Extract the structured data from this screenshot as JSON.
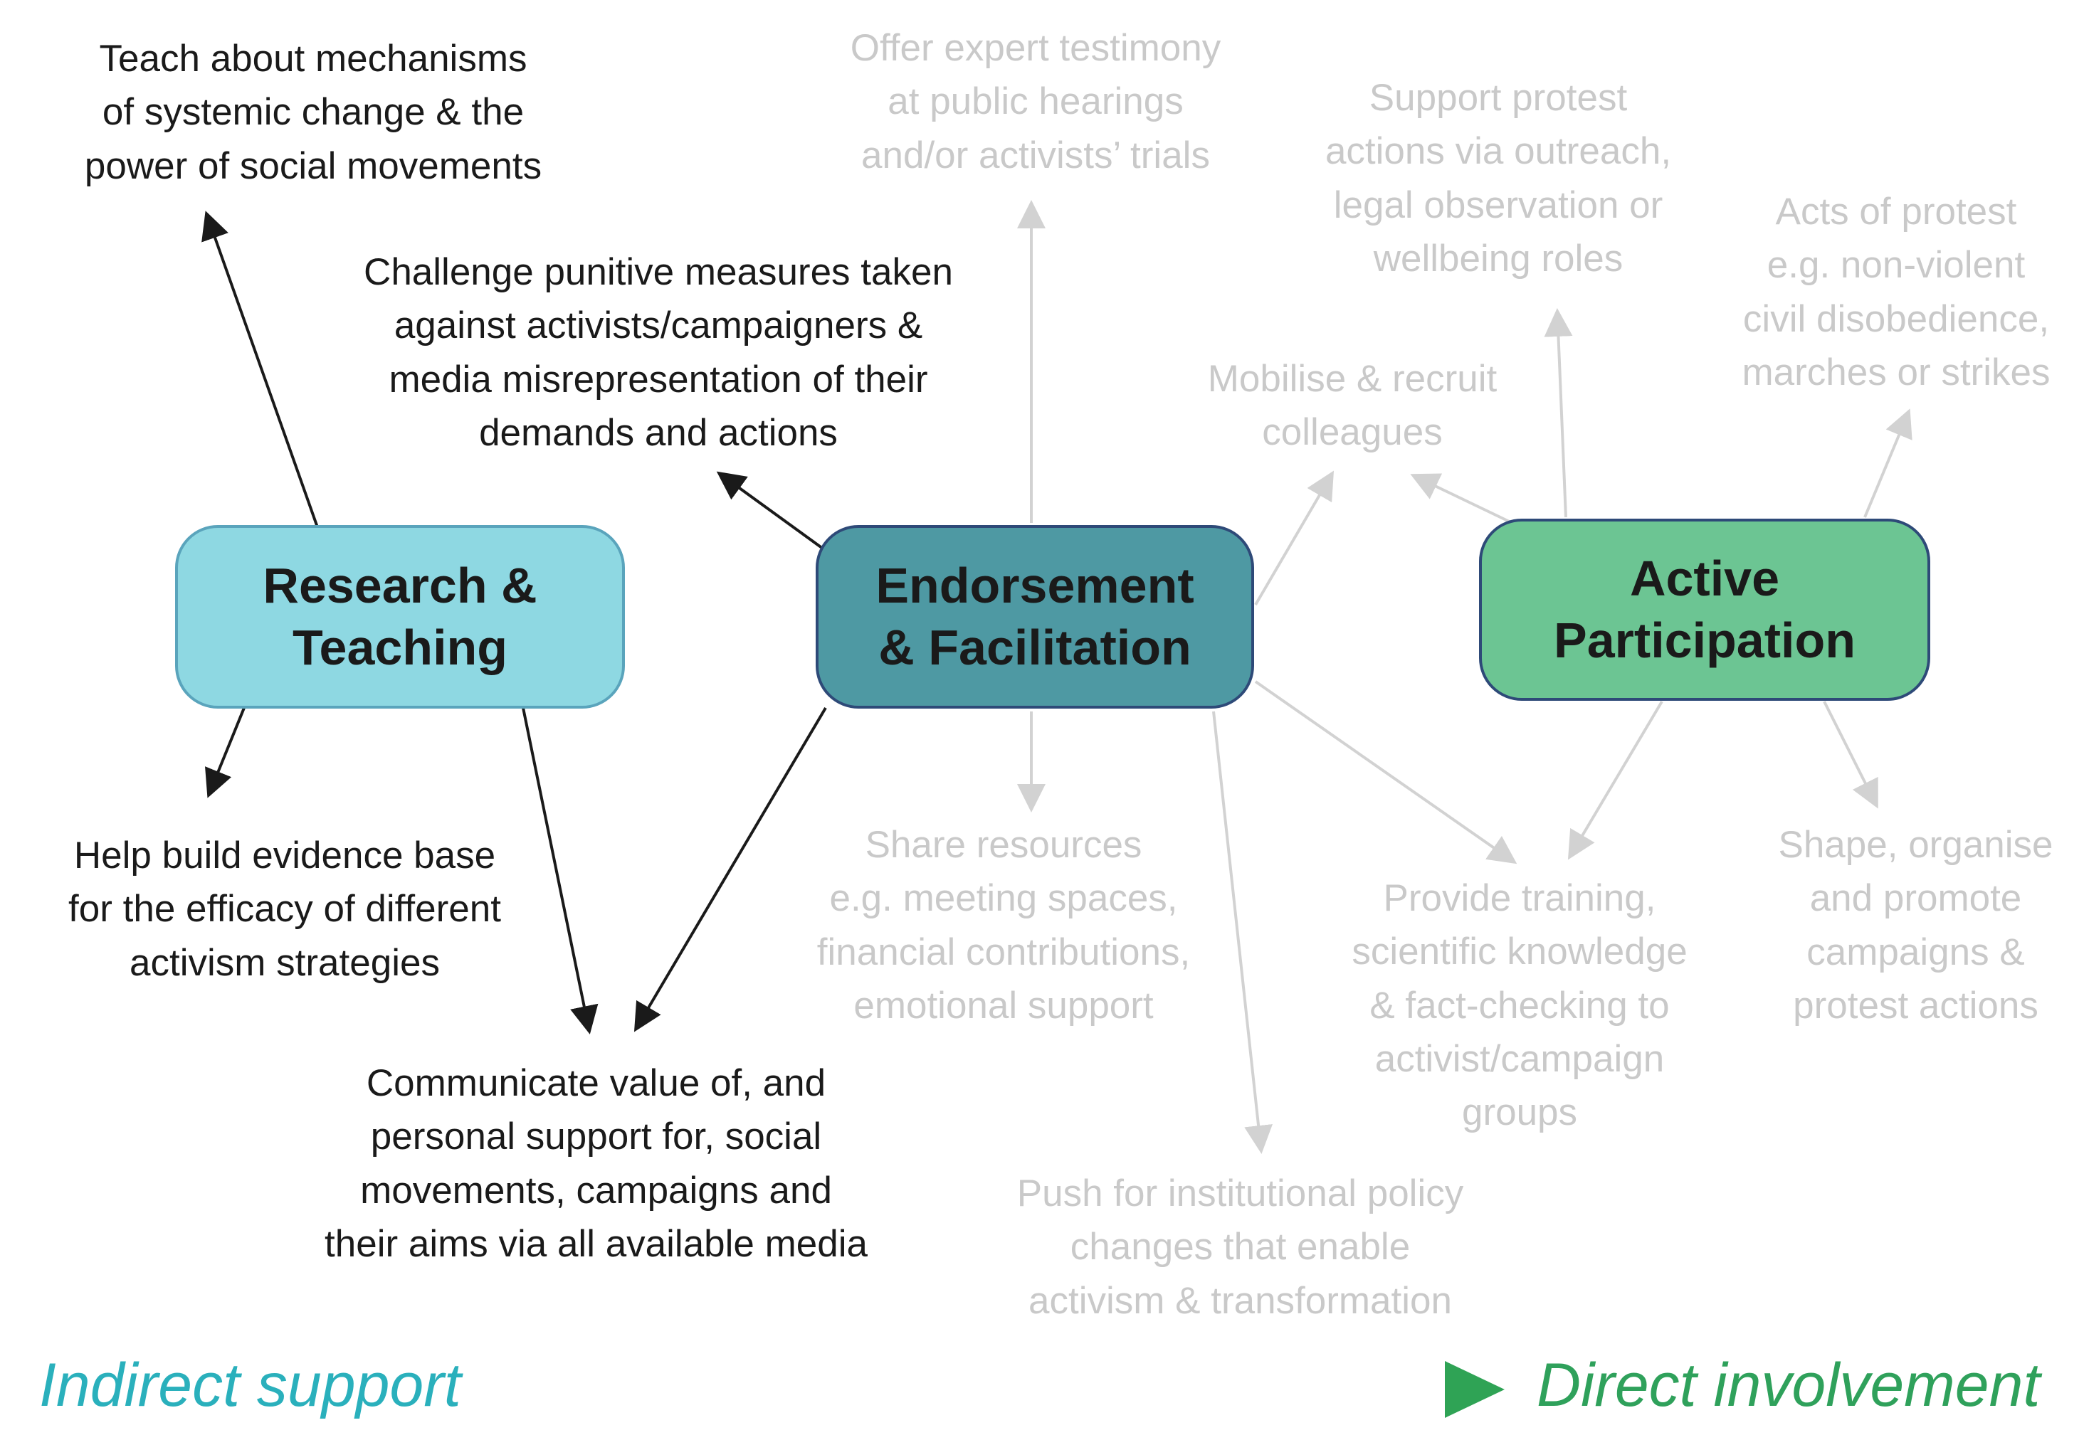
{
  "diagram": {
    "boxes": {
      "research": {
        "label": "Research &\nTeaching"
      },
      "endorsement": {
        "label": "Endorsement\n& Facilitation"
      },
      "active": {
        "label": "Active\nParticipation"
      }
    },
    "black_labels": {
      "teach": {
        "text": "Teach about mechanisms\nof systemic change & the\npower of social movements"
      },
      "challenge": {
        "text": "Challenge punitive measures taken\nagainst activists/campaigners &\nmedia misrepresentation of their\ndemands and actions"
      },
      "help": {
        "text": "Help build evidence base\nfor the efficacy of different\nactivism strategies"
      },
      "communicate": {
        "text": "Communicate value of, and\npersonal support for, social\nmovements, campaigns and\ntheir aims via all available media"
      }
    },
    "gray_labels": {
      "offer": {
        "text": "Offer expert testimony\nat public hearings\nand/or activists’ trials"
      },
      "support": {
        "text": "Support protest\nactions via outreach,\nlegal observation or\nwellbeing roles"
      },
      "acts": {
        "text": "Acts of protest\ne.g. non-violent\ncivil disobedience,\nmarches or strikes"
      },
      "mobilise": {
        "text": "Mobilise & recruit\ncolleagues"
      },
      "share": {
        "text": "Share resources\ne.g. meeting spaces,\nfinancial contributions,\nemotional support"
      },
      "provide": {
        "text": "Provide training,\nscientific knowledge\n& fact-checking to\nactivist/campaign\ngroups"
      },
      "shape": {
        "text": "Shape, organise\nand promote\ncampaigns &\nprotest actions"
      },
      "push": {
        "text": "Push for institutional policy\nchanges that enable\nactivism & transformation"
      }
    },
    "axis": {
      "left_label": "Indirect support",
      "right_label": "Direct involvement"
    },
    "colors": {
      "research_fill": "#8ed8e2",
      "research_border": "#5aa4bc",
      "endorsement_fill": "#4e99a3",
      "active_fill": "#6cc593",
      "box_border": "#2e4a78",
      "black_text": "#1a1a1a",
      "gray_text": "#c9c9c9",
      "gray_arrow": "#d2d2d2",
      "indirect_color": "#2ab0bc",
      "direct_color": "#2fa15b",
      "arrow_gradient_start": "#2ab3ae",
      "arrow_gradient_end": "#2fa355"
    }
  }
}
